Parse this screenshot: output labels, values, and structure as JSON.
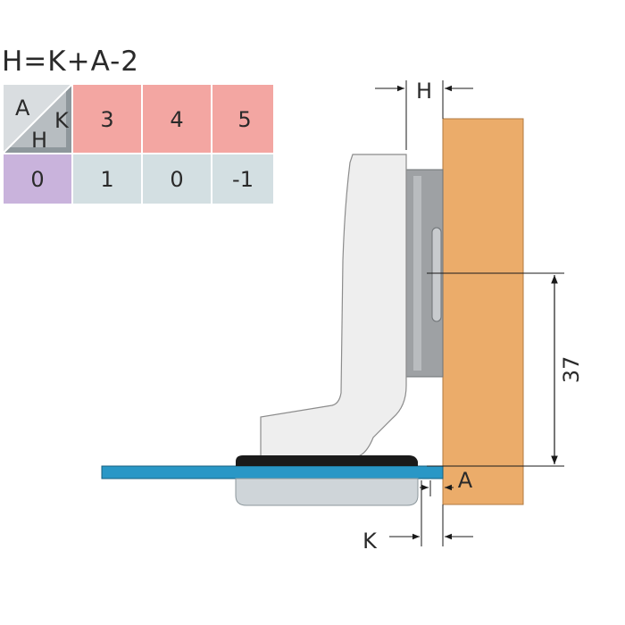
{
  "formula": "H=K+A-2",
  "table": {
    "corner_a": "A",
    "corner_k": "K",
    "corner_h": "H",
    "k_values": [
      "3",
      "4",
      "5"
    ],
    "a_value": "0",
    "h_values": [
      "1",
      "0",
      "-1"
    ]
  },
  "diagram": {
    "label_h": "H",
    "label_a": "A",
    "label_k": "K",
    "dimension": "37"
  },
  "colors": {
    "k_cells": "#f3a6a2",
    "a_cell": "#c9b3dc",
    "h_cells": "#d3dfe2",
    "corner_light": "#d9dde0",
    "corner_dark": "#8e979c",
    "door_panel": "#ebac6a",
    "glass": "#2997c6",
    "hinge_body": "#eeeeee",
    "mount_plate": "#a4a7aa",
    "cup": "#cfd5d9",
    "gasket": "#1a1a1a"
  }
}
